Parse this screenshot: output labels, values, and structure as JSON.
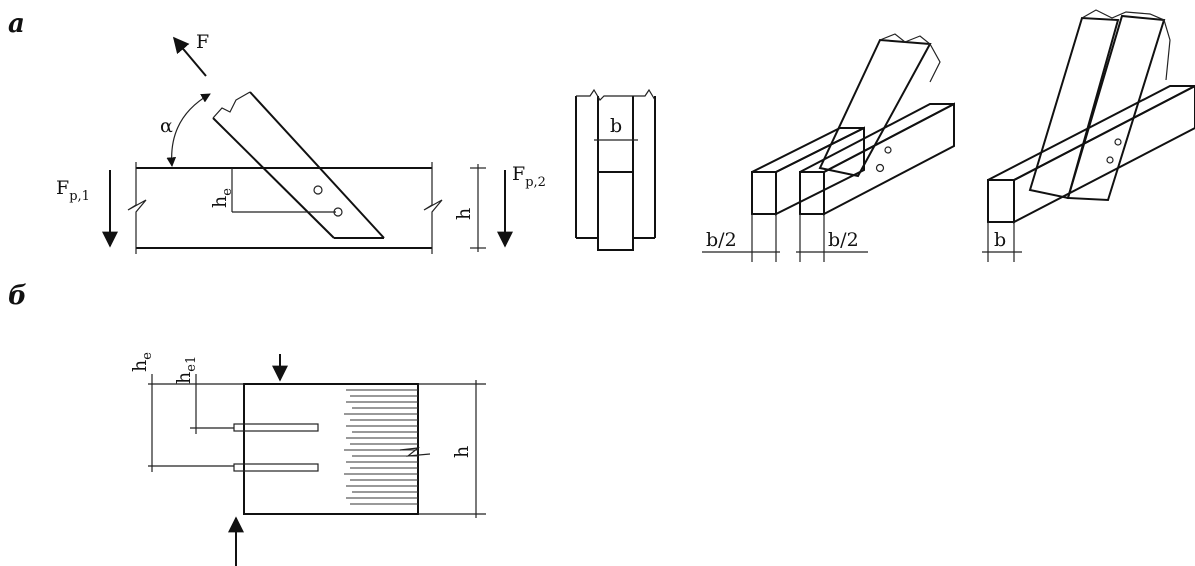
{
  "panels": {
    "a": {
      "label": "а"
    },
    "b": {
      "label": "б"
    }
  },
  "labels": {
    "force": "F",
    "angle": "α",
    "fp1_main": "F",
    "fp1_sub": "p,1",
    "fp2_main": "F",
    "fp2_sub": "p,2",
    "he_main": "h",
    "he_sub": "e",
    "h_main": "h",
    "b_width": "b",
    "b_half_left": "b/2",
    "b_half_right": "b/2",
    "b_full": "b",
    "he_b_main": "h",
    "he_b_sub": "e",
    "he1_main": "h",
    "he1_sub": "e1",
    "h_b_main": "h"
  },
  "colors": {
    "ink": "#111111",
    "background": "#ffffff"
  }
}
